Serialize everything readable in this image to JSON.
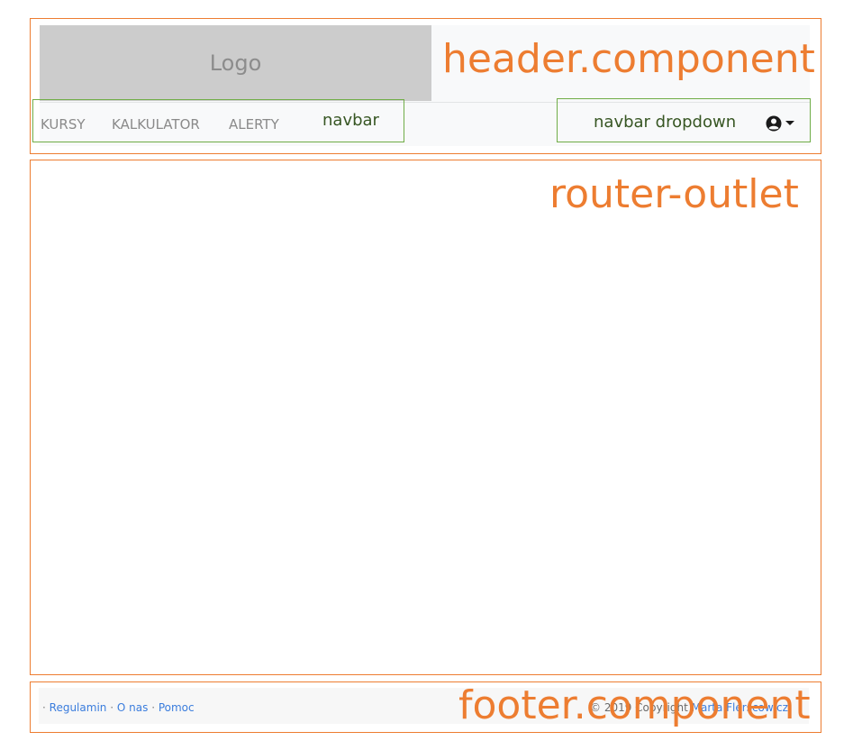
{
  "header": {
    "title": "header.component",
    "logo_text": "Logo",
    "nav_links": [
      "KURSY",
      "KALKULATOR",
      "ALERTY"
    ],
    "navbar_label": "navbar",
    "dropdown_label": "navbar dropdown",
    "dropdown_icon": "user-circle-icon"
  },
  "outlet": {
    "title": "router-outlet"
  },
  "footer": {
    "title": "footer.component",
    "links": [
      "Regulamin",
      "O nas",
      "Pomoc"
    ],
    "separator": "·",
    "copyright_prefix": "© 2019 Copyright",
    "copyright_author": "Marta Flerscowicz"
  },
  "colors": {
    "section_border": "#ed7d31",
    "section_label": "#ed7d31",
    "annotation_border": "#70ad47",
    "annotation_label": "#375623",
    "logo_fill": "#cccccc",
    "link": "#3b7ddd"
  }
}
